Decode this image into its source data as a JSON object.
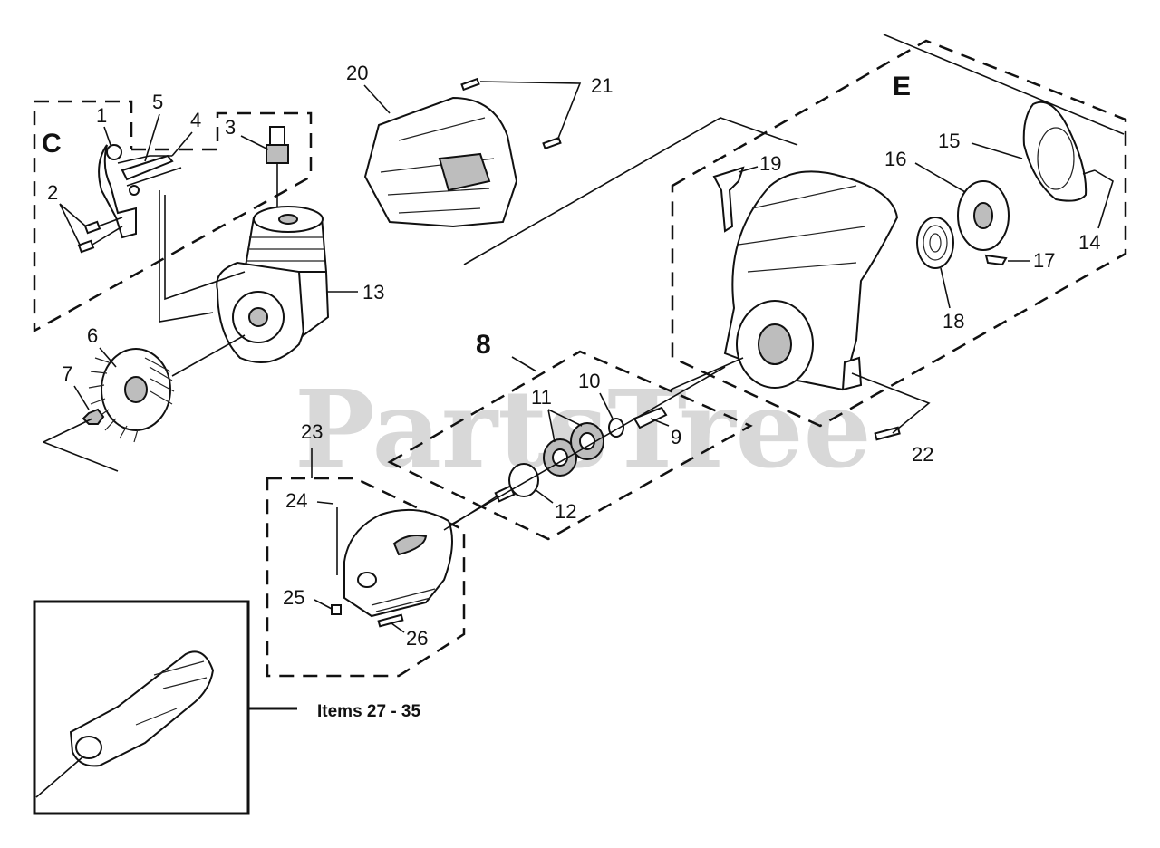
{
  "watermark": "PartsTree",
  "groups": {
    "c": "C",
    "e": "E",
    "eight": "8"
  },
  "callouts": {
    "n1": "1",
    "n2": "2",
    "n3": "3",
    "n4": "4",
    "n5": "5",
    "n6": "6",
    "n7": "7",
    "n9": "9",
    "n10": "10",
    "n11": "11",
    "n12": "12",
    "n13": "13",
    "n14": "14",
    "n15": "15",
    "n16": "16",
    "n17": "17",
    "n18": "18",
    "n19": "19",
    "n20": "20",
    "n21": "21",
    "n22": "22",
    "n23": "23",
    "n24": "24",
    "n25": "25",
    "n26": "26"
  },
  "inset_label": "Items 27 - 35"
}
